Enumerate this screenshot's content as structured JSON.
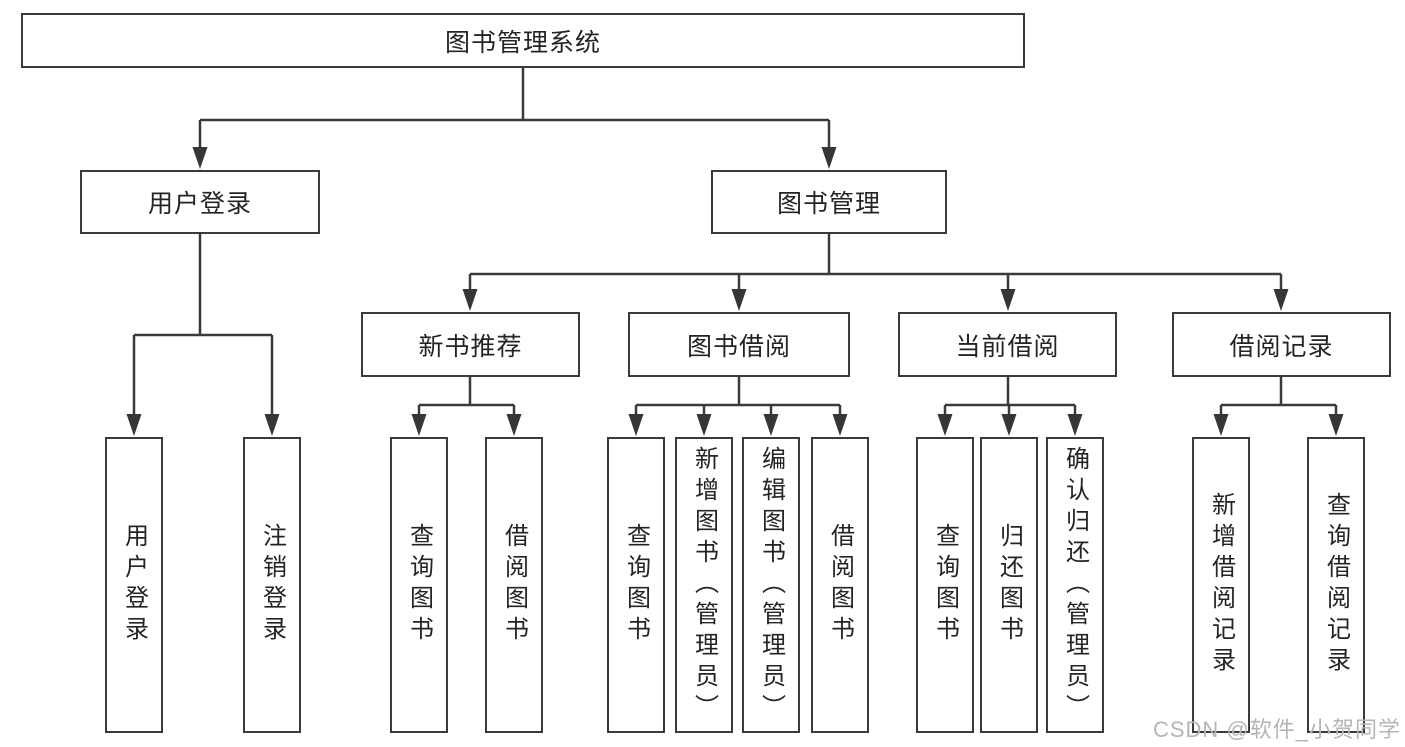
{
  "diagram": {
    "tree": {
      "label": "图书管理系统",
      "children": [
        {
          "label": "用户登录",
          "children": [
            "用户登录",
            "注销登录"
          ]
        },
        {
          "label": "图书管理",
          "children": [
            {
              "label": "新书推荐",
              "children": [
                "查询图书",
                "借阅图书"
              ]
            },
            {
              "label": "图书借阅",
              "children": [
                "查询图书",
                "新增图书（管理员）",
                "编辑图书（管理员）",
                "借阅图书"
              ]
            },
            {
              "label": "当前借阅",
              "children": [
                "查询图书",
                "归还图书",
                "确认归还（管理员）"
              ]
            },
            {
              "label": "借阅记录",
              "children": [
                "新增借阅记录",
                "查询借阅记录"
              ]
            }
          ]
        }
      ]
    },
    "colors": {
      "line": "#3a3a3a",
      "text": "#242424",
      "watermark": "#b5b5b5"
    },
    "watermark": "CSDN @软件_小贺同学"
  }
}
